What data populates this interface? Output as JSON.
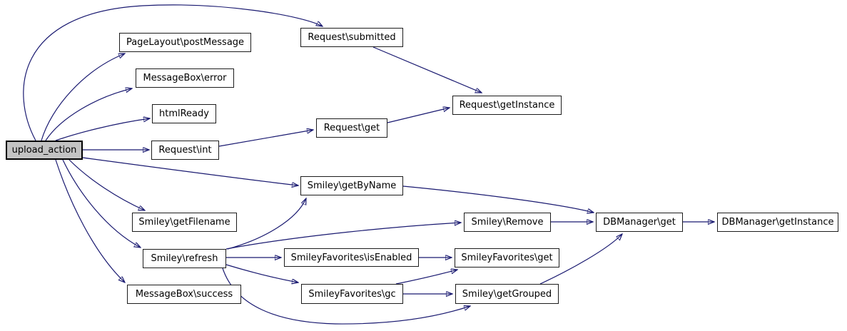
{
  "diagram": {
    "kind": "doxygen-call-graph",
    "root": "upload_action",
    "colors": {
      "edge": "#191970",
      "node_border": "#1c1c1c",
      "node_fill": "#ffffff",
      "root_fill": "#c3c3c3",
      "background": "#ffffff",
      "text": "#000000"
    },
    "nodes": {
      "upload_action": {
        "label": "upload_action"
      },
      "pagelayout_postmessage": {
        "label": "PageLayout\\postMessage"
      },
      "messagebox_error": {
        "label": "MessageBox\\error"
      },
      "htmlready": {
        "label": "htmlReady"
      },
      "request_int": {
        "label": "Request\\int"
      },
      "request_submitted": {
        "label": "Request\\submitted"
      },
      "request_get": {
        "label": "Request\\get"
      },
      "request_getinstance": {
        "label": "Request\\getInstance"
      },
      "smiley_getbyname": {
        "label": "Smiley\\getByName"
      },
      "smiley_getfilename": {
        "label": "Smiley\\getFilename"
      },
      "smiley_refresh": {
        "label": "Smiley\\refresh"
      },
      "messagebox_success": {
        "label": "MessageBox\\success"
      },
      "smiley_remove": {
        "label": "Smiley\\Remove"
      },
      "smileyfavorites_isenabled": {
        "label": "SmileyFavorites\\isEnabled"
      },
      "smileyfavorites_get": {
        "label": "SmileyFavorites\\get"
      },
      "smileyfavorites_gc": {
        "label": "SmileyFavorites\\gc"
      },
      "smiley_getgrouped": {
        "label": "Smiley\\getGrouped"
      },
      "dbmanager_get": {
        "label": "DBManager\\get"
      },
      "dbmanager_getinstance": {
        "label": "DBManager\\getInstance"
      }
    },
    "edges": [
      {
        "from": "upload_action",
        "to": "request_submitted"
      },
      {
        "from": "upload_action",
        "to": "pagelayout_postmessage"
      },
      {
        "from": "upload_action",
        "to": "messagebox_error"
      },
      {
        "from": "upload_action",
        "to": "htmlready"
      },
      {
        "from": "upload_action",
        "to": "request_int"
      },
      {
        "from": "upload_action",
        "to": "smiley_getbyname"
      },
      {
        "from": "upload_action",
        "to": "smiley_getfilename"
      },
      {
        "from": "upload_action",
        "to": "smiley_refresh"
      },
      {
        "from": "upload_action",
        "to": "messagebox_success"
      },
      {
        "from": "request_submitted",
        "to": "request_getinstance"
      },
      {
        "from": "request_int",
        "to": "request_get"
      },
      {
        "from": "request_get",
        "to": "request_getinstance"
      },
      {
        "from": "smiley_refresh",
        "to": "smiley_getbyname"
      },
      {
        "from": "smiley_refresh",
        "to": "smiley_remove"
      },
      {
        "from": "smiley_refresh",
        "to": "smileyfavorites_isenabled"
      },
      {
        "from": "smiley_refresh",
        "to": "smileyfavorites_gc"
      },
      {
        "from": "smiley_refresh",
        "to": "smiley_getgrouped"
      },
      {
        "from": "smiley_getbyname",
        "to": "dbmanager_get"
      },
      {
        "from": "smiley_remove",
        "to": "dbmanager_get"
      },
      {
        "from": "smileyfavorites_isenabled",
        "to": "smileyfavorites_get"
      },
      {
        "from": "smileyfavorites_gc",
        "to": "smileyfavorites_get"
      },
      {
        "from": "smileyfavorites_gc",
        "to": "smiley_getgrouped"
      },
      {
        "from": "smiley_getgrouped",
        "to": "dbmanager_get"
      },
      {
        "from": "dbmanager_get",
        "to": "dbmanager_getinstance"
      }
    ]
  }
}
